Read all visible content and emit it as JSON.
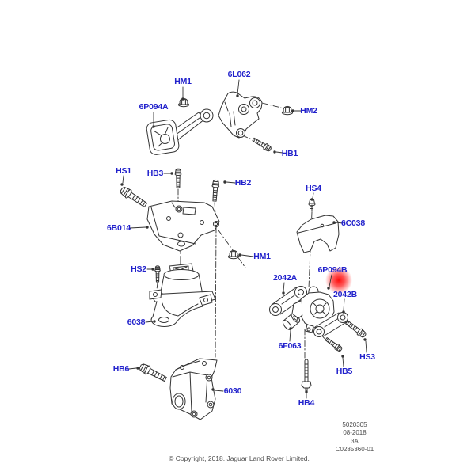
{
  "theme": {
    "background": "#ffffff",
    "label_color": "#2222cc",
    "line_color": "#333333",
    "highlight_color": "#ff0000",
    "footer_text_color": "#4d4d4d"
  },
  "highlighted_part": "6P094B",
  "callouts": [
    {
      "code": "HM1"
    },
    {
      "code": "6L062"
    },
    {
      "code": "6P094A"
    },
    {
      "code": "HM2"
    },
    {
      "code": "HB1"
    },
    {
      "code": "HS1"
    },
    {
      "code": "HB3"
    },
    {
      "code": "HB2"
    },
    {
      "code": "6B014"
    },
    {
      "code": "HS4"
    },
    {
      "code": "6C038"
    },
    {
      "code": "HM1"
    },
    {
      "code": "HS2"
    },
    {
      "code": "2042A"
    },
    {
      "code": "6P094B"
    },
    {
      "code": "2042B"
    },
    {
      "code": "6038"
    },
    {
      "code": "6F063"
    },
    {
      "code": "HS3"
    },
    {
      "code": "HB5"
    },
    {
      "code": "HB6"
    },
    {
      "code": "6030"
    },
    {
      "code": "HB4"
    }
  ],
  "footer": {
    "doc_number": "5020305",
    "date": "08-2018",
    "sheet": "3A",
    "drawing_ref": "C0285360-01",
    "copyright": "© Copyright, 2018. Jaguar Land Rover Limited."
  }
}
